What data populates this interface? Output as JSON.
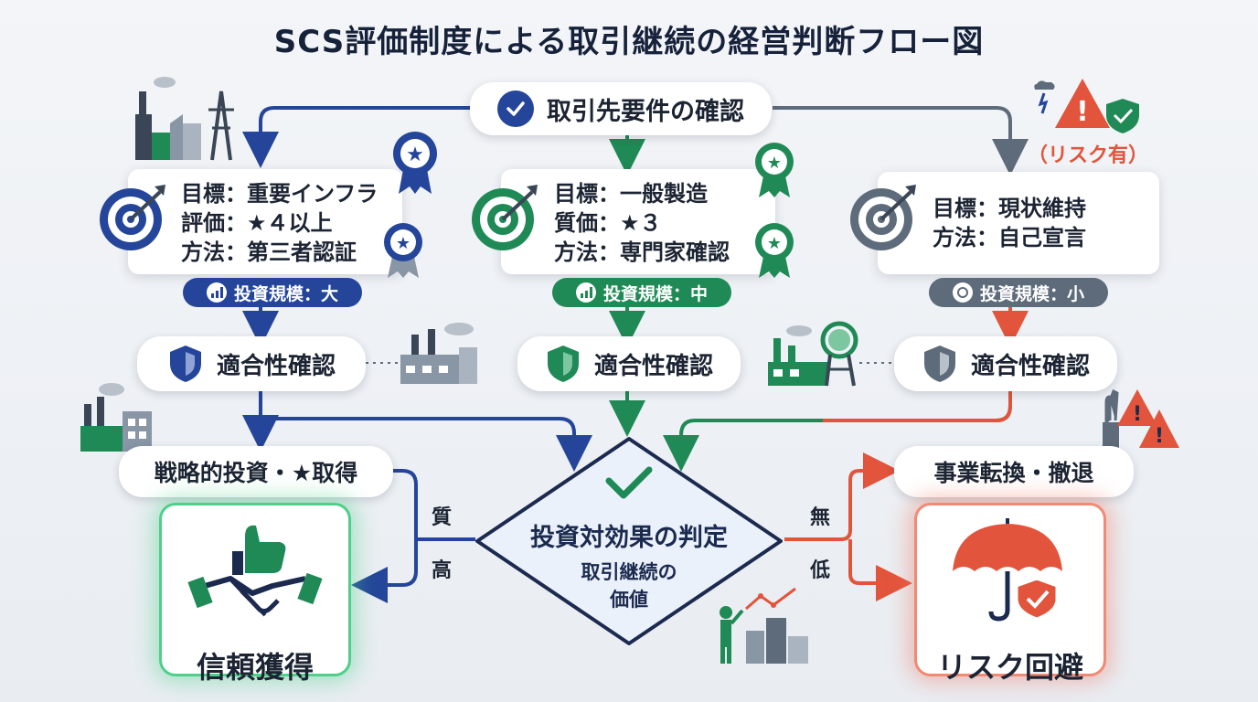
{
  "title": "SCS評価制度による取引継続の経営判断フロー図",
  "top_node": {
    "label": "取引先要件の確認"
  },
  "columns": [
    {
      "lines": [
        "目標：重要インフラ",
        "評価：★４以上",
        "方法：第三者認証"
      ],
      "scale_tag": "投資規模：大",
      "check": "適合性確認",
      "color": "#24459a"
    },
    {
      "lines": [
        "目標：一般製造",
        "質価：★３",
        "方法：専門家確認"
      ],
      "scale_tag": "投資規模：中",
      "check": "適合性確認",
      "color": "#1f8a55"
    },
    {
      "note": "（リスク有）",
      "lines": [
        "目標：現状維持",
        "方法：自己宣言"
      ],
      "scale_tag": "投資規模：小",
      "check": "適合性確認",
      "color": "#5d6b7a"
    }
  ],
  "decision": {
    "title": "投資対効果の判定",
    "sub1": "取引継続の",
    "sub2": "価値"
  },
  "left_branch": {
    "action": "戦略的投資・★取得",
    "edge_top": "質",
    "edge_bottom": "高",
    "outcome": "信頼獲得"
  },
  "right_branch": {
    "action": "事業転換・撤退",
    "edge_top": "無",
    "edge_bottom": "低",
    "outcome": "リスク回避"
  },
  "colors": {
    "blue": "#24459a",
    "green": "#1f8a55",
    "gray": "#5d6b7a",
    "red": "#e2543b",
    "navy": "#1b2a4e"
  },
  "icons": [
    "check-circle-icon",
    "target-icon",
    "award-ribbon-icon",
    "shield-icon",
    "factory-icon",
    "warning-triangle-icon",
    "handshake-icon",
    "thumbs-up-icon",
    "umbrella-icon",
    "bar-chart-icon"
  ]
}
